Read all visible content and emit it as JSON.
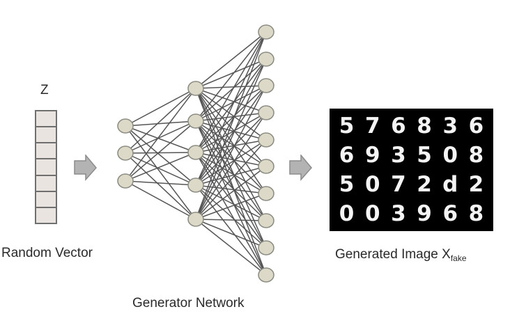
{
  "labels": {
    "z": "Z",
    "random_vector": "Random Vector",
    "generator_network": "Generator Network",
    "generated_image": "Generated Image X",
    "generated_image_sub": "fake"
  },
  "vector": {
    "cells": 7,
    "fill": "#e9e4df",
    "stroke": "#6f6f6f"
  },
  "network": {
    "layers": [
      3,
      5,
      10
    ],
    "node_fill": "#dcd9c8",
    "node_stroke": "#8a8a80",
    "edge_color": "#555555",
    "fully_connected": true
  },
  "arrows": {
    "color": "#b3b3b3",
    "stroke": "#8c8c8c",
    "count": 2
  },
  "generated_digits": [
    [
      "5",
      "7",
      "6",
      "8",
      "3",
      "6"
    ],
    [
      "6",
      "9",
      "3",
      "5",
      "0",
      "8"
    ],
    [
      "5",
      "0",
      "7",
      "2",
      "d",
      "2"
    ],
    [
      "0",
      "0",
      "3",
      "9",
      "6",
      "8"
    ]
  ]
}
